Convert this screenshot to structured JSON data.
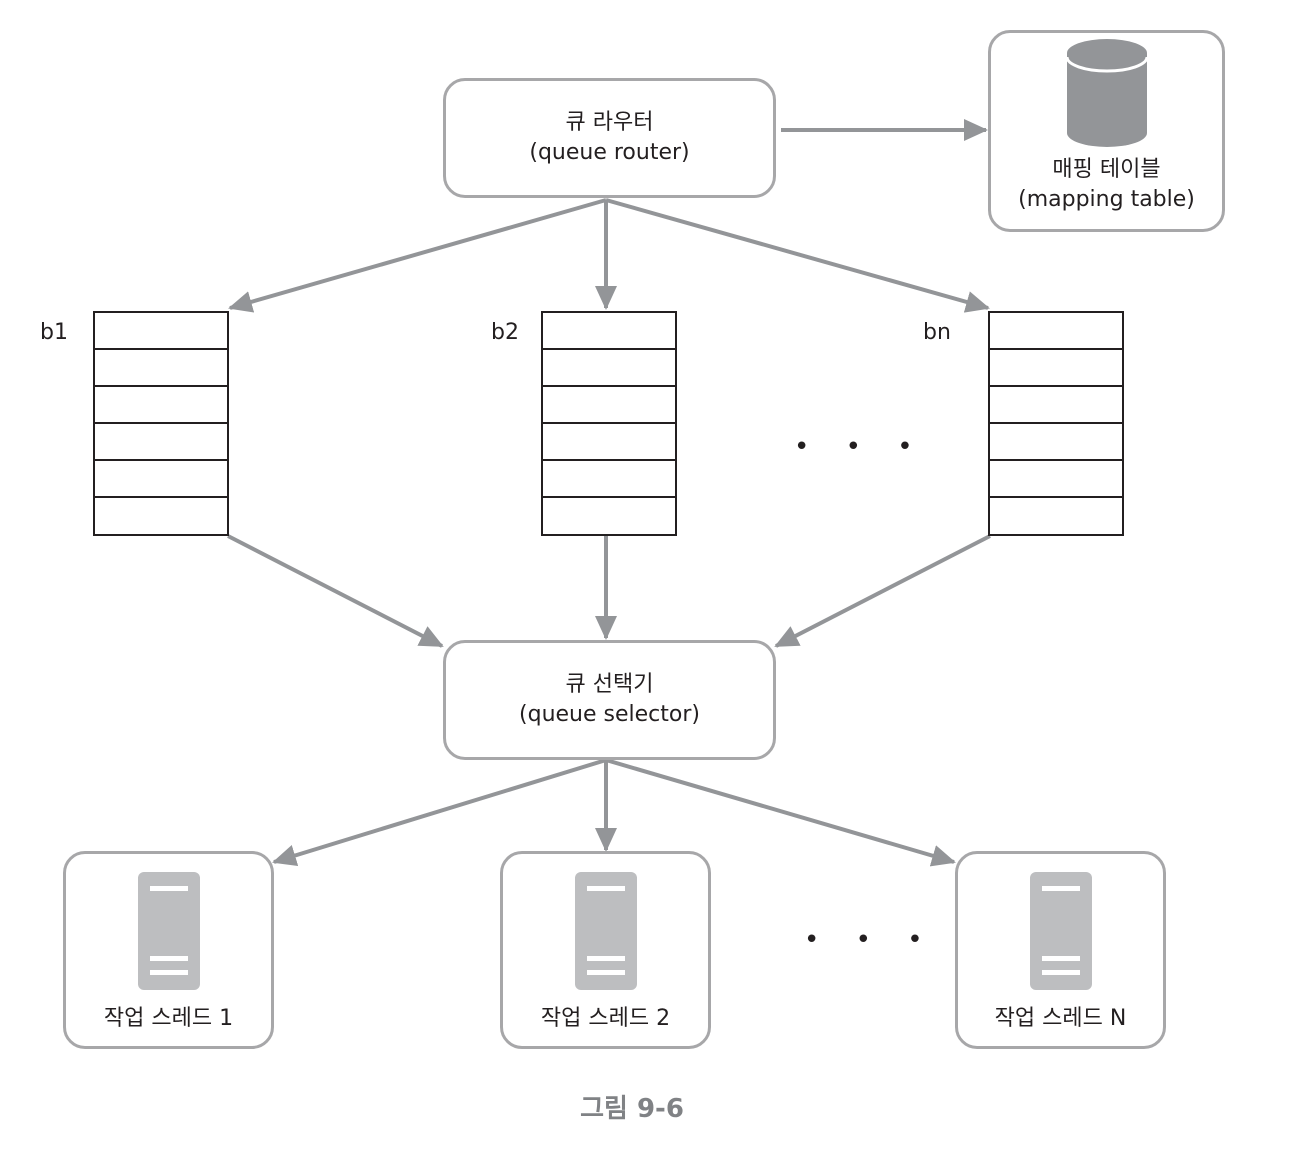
{
  "diagram": {
    "router": {
      "line1": "큐 라우터",
      "line2": "(queue router)"
    },
    "mapping_table": {
      "line1": "매핑 테이블",
      "line2": "(mapping table)",
      "icon": "database-icon"
    },
    "queues": [
      {
        "label": "b1",
        "slots": 6
      },
      {
        "label": "b2",
        "slots": 6
      },
      {
        "label": "bn",
        "slots": 6
      }
    ],
    "queue_ellipsis": "• • •",
    "selector": {
      "line1": "큐 선택기",
      "line2": "(queue selector)"
    },
    "workers": [
      {
        "label": "작업 스레드 1",
        "icon": "server-icon"
      },
      {
        "label": "작업 스레드 2",
        "icon": "server-icon"
      },
      {
        "label": "작업 스레드 N",
        "icon": "server-icon"
      }
    ],
    "worker_ellipsis": "• • •",
    "caption": "그림 9-6",
    "colors": {
      "arrow": "#939598",
      "box_border": "#a7a7a9",
      "queue_border": "#231f20",
      "db_fill": "#939598",
      "server_fill": "#bdbec0",
      "caption": "#808285"
    }
  }
}
